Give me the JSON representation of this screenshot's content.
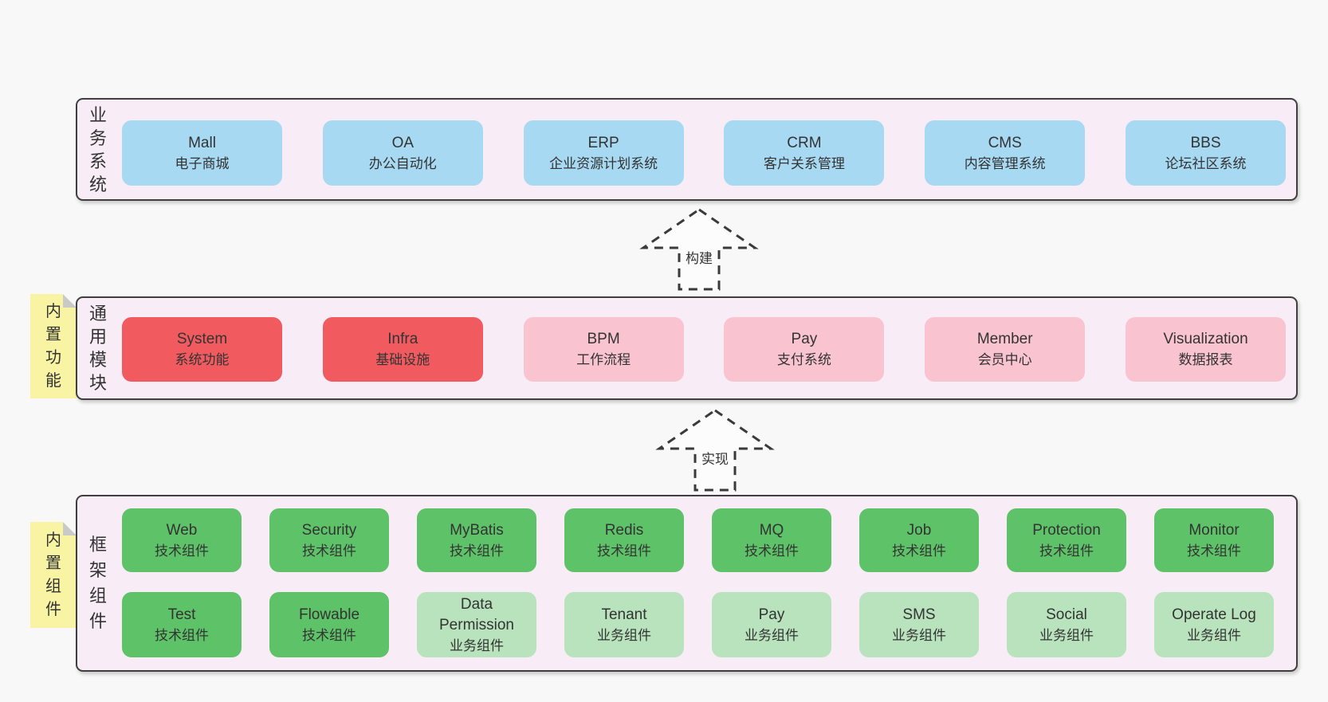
{
  "diagram": {
    "background": "#f8f8f8",
    "panel_background": "#f8edf6",
    "border_color": "#3f3f3f",
    "colors": {
      "blue": "#a8d9f2",
      "red": "#f15b5f",
      "pink": "#f9c4cf",
      "green": "#5ec268",
      "light_green": "#b8e3bd",
      "note_yellow": "#f8f4a3"
    },
    "arrows": [
      {
        "label": "构建"
      },
      {
        "label": "实现"
      }
    ],
    "bands": [
      {
        "id": "business",
        "label": "业务系统",
        "note": "",
        "rows": [
          {
            "boxes": [
              {
                "title": "Mall",
                "subtitle": "电子商城",
                "variant": "blue"
              },
              {
                "title": "OA",
                "subtitle": "办公自动化",
                "variant": "blue"
              },
              {
                "title": "ERP",
                "subtitle": "企业资源计划系统",
                "variant": "blue"
              },
              {
                "title": "CRM",
                "subtitle": "客户关系管理",
                "variant": "blue"
              },
              {
                "title": "CMS",
                "subtitle": "内容管理系统",
                "variant": "blue"
              },
              {
                "title": "BBS",
                "subtitle": "论坛社区系统",
                "variant": "blue"
              }
            ]
          }
        ]
      },
      {
        "id": "modules",
        "label": "通用模块",
        "note": "内置功能",
        "rows": [
          {
            "boxes": [
              {
                "title": "System",
                "subtitle": "系统功能",
                "variant": "red"
              },
              {
                "title": "Infra",
                "subtitle": "基础设施",
                "variant": "red"
              },
              {
                "title": "BPM",
                "subtitle": "工作流程",
                "variant": "pink"
              },
              {
                "title": "Pay",
                "subtitle": "支付系统",
                "variant": "pink"
              },
              {
                "title": "Member",
                "subtitle": "会员中心",
                "variant": "pink"
              },
              {
                "title": "Visualization",
                "subtitle": "数据报表",
                "variant": "pink"
              }
            ]
          }
        ]
      },
      {
        "id": "components",
        "label": "框架组件",
        "note": "内置组件",
        "rows": [
          {
            "boxes": [
              {
                "title": "Web",
                "subtitle": "技术组件",
                "variant": "green"
              },
              {
                "title": "Security",
                "subtitle": "技术组件",
                "variant": "green"
              },
              {
                "title": "MyBatis",
                "subtitle": "技术组件",
                "variant": "green"
              },
              {
                "title": "Redis",
                "subtitle": "技术组件",
                "variant": "green"
              },
              {
                "title": "MQ",
                "subtitle": "技术组件",
                "variant": "green"
              },
              {
                "title": "Job",
                "subtitle": "技术组件",
                "variant": "green"
              },
              {
                "title": "Protection",
                "subtitle": "技术组件",
                "variant": "green"
              },
              {
                "title": "Monitor",
                "subtitle": "技术组件",
                "variant": "green"
              }
            ]
          },
          {
            "boxes": [
              {
                "title": "Test",
                "subtitle": "技术组件",
                "variant": "green"
              },
              {
                "title": "Flowable",
                "subtitle": "技术组件",
                "variant": "green"
              },
              {
                "title": "Data Permission",
                "subtitle": "业务组件",
                "variant": "light_green"
              },
              {
                "title": "Tenant",
                "subtitle": "业务组件",
                "variant": "light_green"
              },
              {
                "title": "Pay",
                "subtitle": "业务组件",
                "variant": "light_green"
              },
              {
                "title": "SMS",
                "subtitle": "业务组件",
                "variant": "light_green"
              },
              {
                "title": "Social",
                "subtitle": "业务组件",
                "variant": "light_green"
              },
              {
                "title": "Operate Log",
                "subtitle": "业务组件",
                "variant": "light_green"
              }
            ]
          }
        ]
      }
    ]
  }
}
